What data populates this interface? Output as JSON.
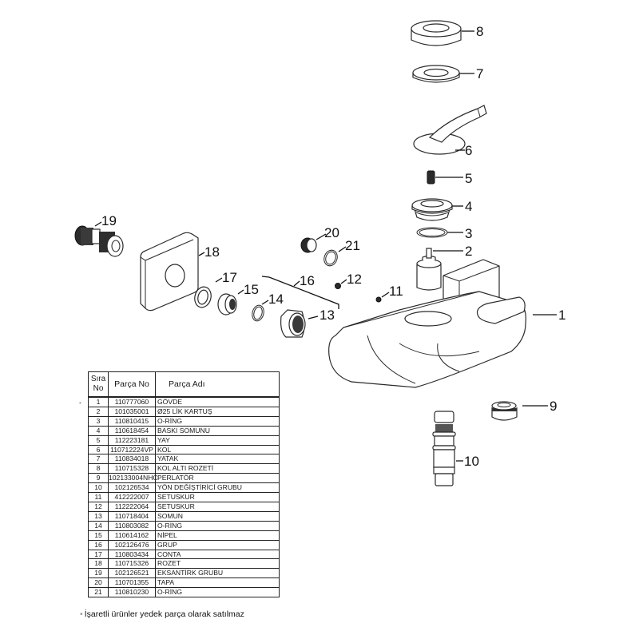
{
  "diagram": {
    "callouts": [
      "1",
      "2",
      "3",
      "4",
      "5",
      "6",
      "7",
      "8",
      "9",
      "10",
      "11",
      "12",
      "13",
      "14",
      "15",
      "16",
      "17",
      "18",
      "19",
      "20",
      "21"
    ]
  },
  "table": {
    "headers": {
      "no_line1": "Sıra",
      "no_line2": "No",
      "code": "Parça No",
      "name": "Parça Adı"
    },
    "marked_symbol": "•",
    "rows": [
      {
        "no": "1",
        "code": "110777060",
        "name": "GÖVDE",
        "marked": true
      },
      {
        "no": "2",
        "code": "101035001",
        "name": "Ø25 LİK KARTUŞ"
      },
      {
        "no": "3",
        "code": "110810415",
        "name": "O-RİNG"
      },
      {
        "no": "4",
        "code": "110618454",
        "name": "BASKI SOMUNU"
      },
      {
        "no": "5",
        "code": "112223181",
        "name": "YAY"
      },
      {
        "no": "6",
        "code": "110712224VP",
        "name": "KOL"
      },
      {
        "no": "7",
        "code": "110834018",
        "name": "YATAK"
      },
      {
        "no": "8",
        "code": "110715328",
        "name": "KOL ALTI ROZETİ"
      },
      {
        "no": "9",
        "code": "102133004NHC",
        "name": "PERLATÖR"
      },
      {
        "no": "10",
        "code": "102126534",
        "name": "YÖN DEĞİŞTİRİCİ GRUBU"
      },
      {
        "no": "11",
        "code": "412222007",
        "name": "SETUSKUR"
      },
      {
        "no": "12",
        "code": "112222064",
        "name": "SETUSKUR"
      },
      {
        "no": "13",
        "code": "110718404",
        "name": "SOMUN"
      },
      {
        "no": "14",
        "code": "110803082",
        "name": "O-RİNG"
      },
      {
        "no": "15",
        "code": "110614162",
        "name": "NİPEL"
      },
      {
        "no": "16",
        "code": "102126476",
        "name": "GRUP"
      },
      {
        "no": "17",
        "code": "110803434",
        "name": "CONTA"
      },
      {
        "no": "18",
        "code": "110715326",
        "name": "ROZET"
      },
      {
        "no": "19",
        "code": "102126521",
        "name": "EKSANTİRK GRUBU"
      },
      {
        "no": "20",
        "code": "110701355",
        "name": "TAPA"
      },
      {
        "no": "21",
        "code": "110810230",
        "name": "O-RİNG"
      }
    ]
  },
  "footnote": {
    "symbol": "•",
    "text": "İşaretli ürünler yedek parça olarak satılmaz"
  }
}
